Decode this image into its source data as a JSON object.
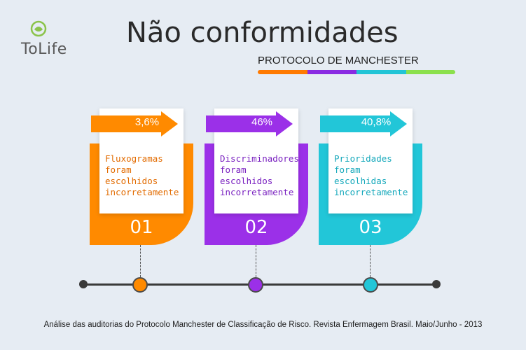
{
  "brand": {
    "logo_text": "ToLife",
    "logo_color": "#8bc34a"
  },
  "title": "Não conformidades",
  "subtitle": "PROTOCOLO DE MANCHESTER",
  "stripe_colors": [
    "#ff7a00",
    "#8a2be2",
    "#21c4d6",
    "#8be04c"
  ],
  "cards": [
    {
      "percent": "3,6%",
      "description": "Fluxogramas foram escolhidos incorretamente",
      "number": "01",
      "color": "#ff8a00",
      "text_color": "#e26b00"
    },
    {
      "percent": "46%",
      "description": "Discriminadores foram escolhidos incorretamente",
      "number": "02",
      "color": "#9b30e8",
      "text_color": "#7a22c0"
    },
    {
      "percent": "40,8%",
      "description": "Prioridades foram escolhidas incorretamente",
      "number": "03",
      "color": "#22c6d8",
      "text_color": "#14a8bb"
    }
  ],
  "footer": "Análise das auditorias do Protocolo Manchester de Classificação de Risco. Revista Enfermagem Brasil. Maio/Junho - 2013"
}
